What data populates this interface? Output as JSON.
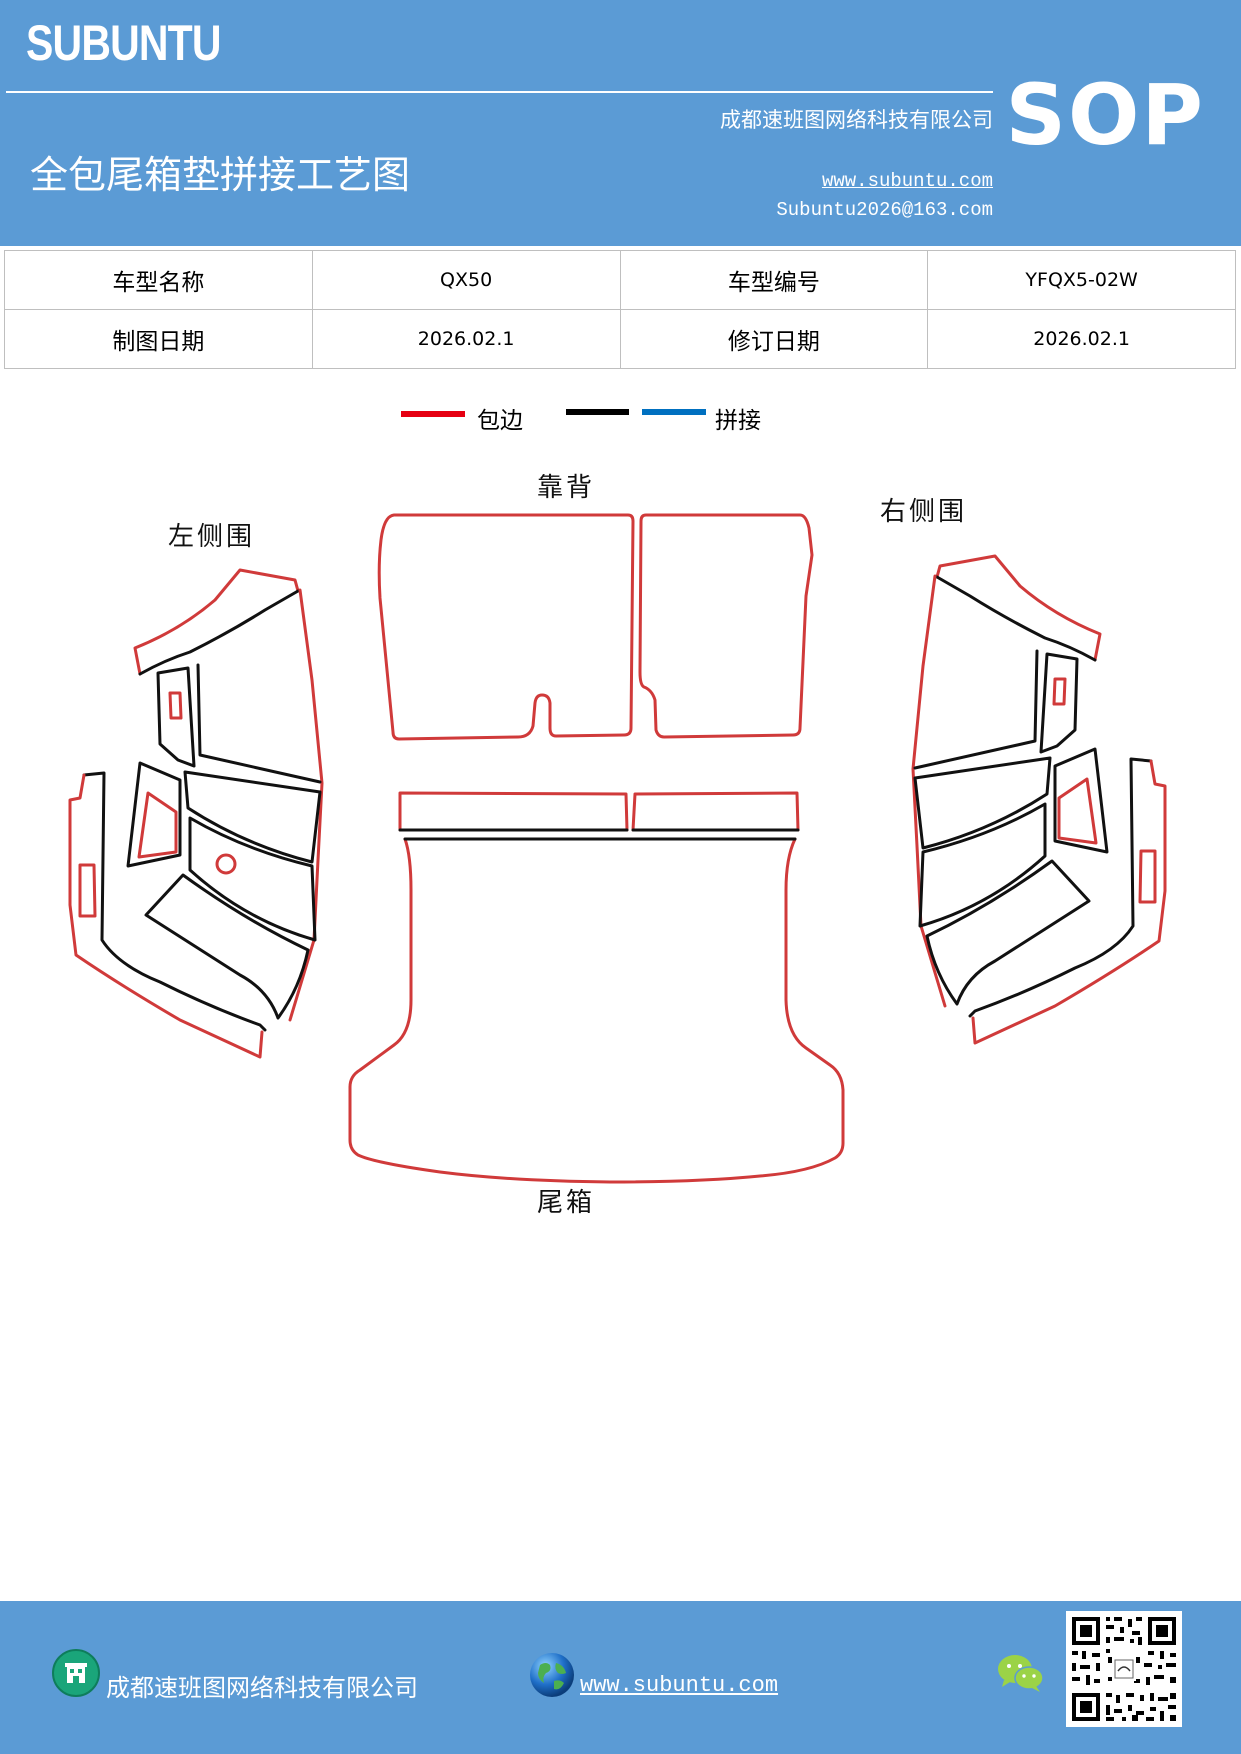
{
  "header": {
    "brand": "SUBUNTU",
    "sop": "SOP",
    "company": "成都速班图网络科技有限公司",
    "title": "全包尾箱垫拼接工艺图",
    "website": "www.subuntu.com",
    "email": "Subuntu2026@163.com"
  },
  "info": {
    "row1": {
      "label1": "车型名称",
      "value1": "QX50",
      "label2": "车型编号",
      "value2": "YFQX5-02W"
    },
    "row2": {
      "label1": "制图日期",
      "value1": "2026.02.1",
      "label2": "修订日期",
      "value2": "2026.02.1"
    }
  },
  "legend": {
    "edge_label": "包边",
    "splice_label": "拼接",
    "colors": {
      "edge": "#e60012",
      "black": "#000000",
      "splice": "#0070c0"
    }
  },
  "diagram": {
    "backrest_label": "靠背",
    "left_label": "左侧围",
    "right_label": "右侧围",
    "trunk_label": "尾箱",
    "stroke_colors": {
      "edge": "#d03a3a",
      "seam": "#111111"
    }
  },
  "footer": {
    "company": "成都速班图网络科技有限公司",
    "website": "www.subuntu.com",
    "icons": [
      "building-icon",
      "globe-icon",
      "wechat-icon",
      "qr-code"
    ]
  },
  "colors": {
    "brand_blue": "#5b9bd5"
  }
}
